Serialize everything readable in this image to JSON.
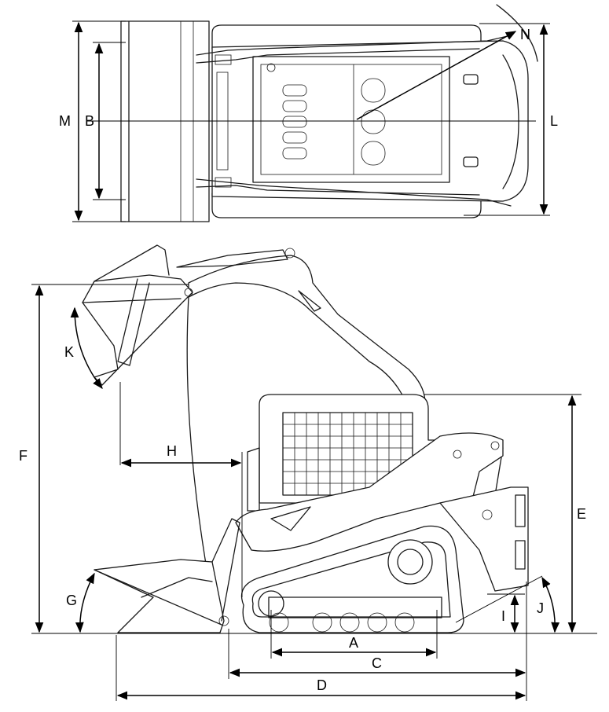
{
  "diagram": {
    "colors": {
      "line": "#1a1a1a",
      "background": "#ffffff"
    },
    "top_view_labels": {
      "M": "M",
      "B": "B",
      "L": "L",
      "N": "N"
    },
    "side_view_labels": {
      "F": "F",
      "K": "K",
      "H": "H",
      "G": "G",
      "E": "E",
      "J": "J",
      "I": "I",
      "A": "A",
      "C": "C",
      "D": "D"
    }
  }
}
